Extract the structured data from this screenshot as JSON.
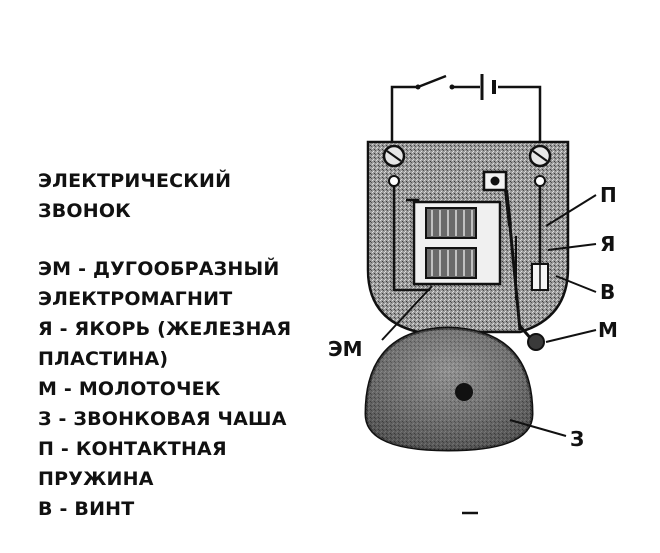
{
  "title_lines": [
    "ЭЛЕКТРИЧЕСКИЙ",
    "ЗВОНОК"
  ],
  "legend_lines": [
    "ЭМ - ДУГООБРАЗНЫЙ",
    "ЭЛЕКТРОМАГНИТ",
    "Я - ЯКОРЬ (ЖЕЛЕЗНАЯ",
    "ПЛАСТИНА)",
    "М - МОЛОТОЧЕК",
    "З - ЗВОНКОВАЯ ЧАША",
    "П - КОНТАКТНАЯ",
    "ПРУЖИНА",
    "В - ВИНТ"
  ],
  "diagram_labels": {
    "em": "ЭМ",
    "p": "П",
    "ya": "Я",
    "v": "В",
    "m": "М",
    "z": "З"
  }
}
